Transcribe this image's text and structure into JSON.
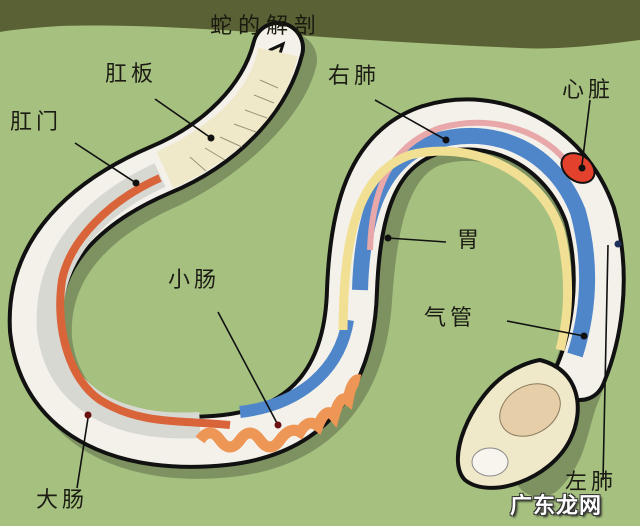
{
  "title": "蛇的解剖",
  "labels": {
    "cloacal_plate": "肛板",
    "cloaca": "肛门",
    "right_lung": "右肺",
    "heart": "心脏",
    "stomach": "胃",
    "trachea": "气管",
    "small_intestine": "小肠",
    "large_intestine": "大肠",
    "left_lung": "左肺"
  },
  "watermark": "广东龙网",
  "colors": {
    "background": "#a5c07f",
    "header_band": "#5a6134",
    "body_outline": "#111111",
    "body_fill": "#f3f1ea",
    "lung": "#4f86c9",
    "lung_light": "#9cc0e6",
    "pink_vessel": "#e8a7a9",
    "stomach": "#f1df93",
    "heart": "#e4412d",
    "intestine": "#ee9656",
    "large_intestine": "#d9643a",
    "scales": "#efe8c9",
    "head_plate": "#e6cfa8",
    "shadow": "#5c6b47"
  }
}
